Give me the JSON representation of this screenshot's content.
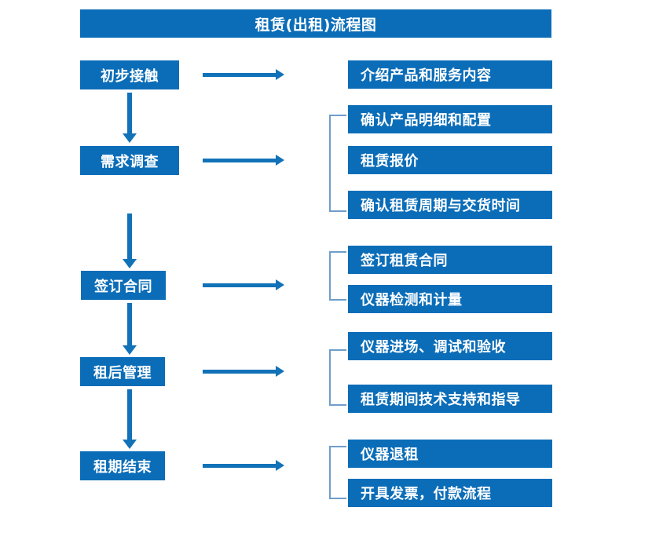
{
  "diagram": {
    "title": "租赁(出租)流程图",
    "colors": {
      "box_fill": "#0b6db8",
      "box_text": "#ffffff",
      "arrow": "#1272b8",
      "bracket": "#6f9ec9",
      "background": "#ffffff"
    },
    "stages": [
      {
        "label": "初步接触"
      },
      {
        "label": "需求调查"
      },
      {
        "label": "签订合同"
      },
      {
        "label": "租后管理"
      },
      {
        "label": "租期结束"
      }
    ],
    "details": [
      {
        "label": "介绍产品和服务内容"
      },
      {
        "label": "确认产品明细和配置"
      },
      {
        "label": "租赁报价"
      },
      {
        "label": "确认租赁周期与交货时间"
      },
      {
        "label": "签订租赁合同"
      },
      {
        "label": "仪器检测和计量"
      },
      {
        "label": "仪器进场、调试和验收"
      },
      {
        "label": "租赁期间技术支持和指导"
      },
      {
        "label": "仪器退租"
      },
      {
        "label": "开具发票，付款流程"
      }
    ],
    "groups": [
      {
        "stage": "需求调查",
        "members": [
          "确认产品明细和配置",
          "租赁报价",
          "确认租赁周期与交货时间"
        ]
      },
      {
        "stage": "签订合同",
        "members": [
          "签订租赁合同",
          "仪器检测和计量"
        ]
      },
      {
        "stage": "租后管理",
        "members": [
          "仪器进场、调试和验收",
          "租赁期间技术支持和指导"
        ]
      },
      {
        "stage": "租期结束",
        "members": [
          "仪器退租",
          "开具发票，付款流程"
        ]
      }
    ],
    "connections": [
      {
        "from": "初步接触",
        "to": "介绍产品和服务内容",
        "type": "horizontal-arrow"
      },
      {
        "from": "初步接触",
        "to": "需求调查",
        "type": "vertical-arrow"
      },
      {
        "from": "需求调查",
        "to": "确认产品明细和配置",
        "type": "horizontal-arrow"
      },
      {
        "from": "需求调查",
        "to": "签订合同",
        "type": "vertical-arrow"
      },
      {
        "from": "签订合同",
        "to": "签订租赁合同",
        "type": "horizontal-arrow"
      },
      {
        "from": "签订合同",
        "to": "租后管理",
        "type": "vertical-arrow"
      },
      {
        "from": "租后管理",
        "to": "仪器进场、调试和验收",
        "type": "horizontal-arrow"
      },
      {
        "from": "租后管理",
        "to": "租期结束",
        "type": "vertical-arrow"
      },
      {
        "from": "租期结束",
        "to": "仪器退租",
        "type": "horizontal-arrow"
      }
    ]
  }
}
